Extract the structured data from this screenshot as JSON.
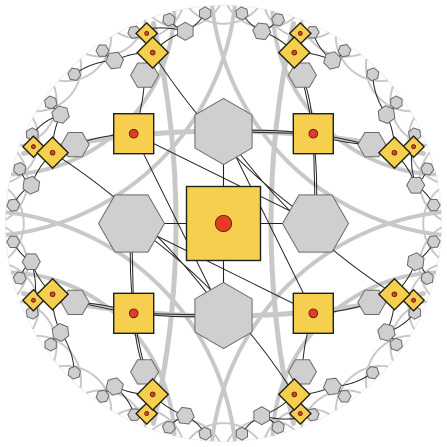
{
  "diagram": {
    "type": "hyperbolic-tiling",
    "model": "Poincare disk",
    "background": "#ffffff",
    "colors": {
      "square_fill": "#f5cf4d",
      "square_stroke": "#1f1f1f",
      "hexagon_fill": "#cfcfcf",
      "hexagon_stroke": "#6a6a6a",
      "center_dot": "#e53a2a",
      "center_dot_stroke": "#4a1a14",
      "grid_arc": "#c8c8c8",
      "connector": "#222222"
    },
    "node_kinds": [
      "square-with-dot",
      "hexagon"
    ],
    "levels": [
      {
        "level": 0,
        "squares": 1,
        "hexagons": 0
      },
      {
        "level": 1,
        "squares": 4,
        "hexagons": 4
      },
      {
        "level": 2,
        "squares": 8,
        "hexagons": 8
      },
      {
        "level": 3,
        "squares": 8,
        "hexagons": 16
      },
      {
        "level": 4,
        "squares": 0,
        "hexagons": 36
      }
    ]
  }
}
